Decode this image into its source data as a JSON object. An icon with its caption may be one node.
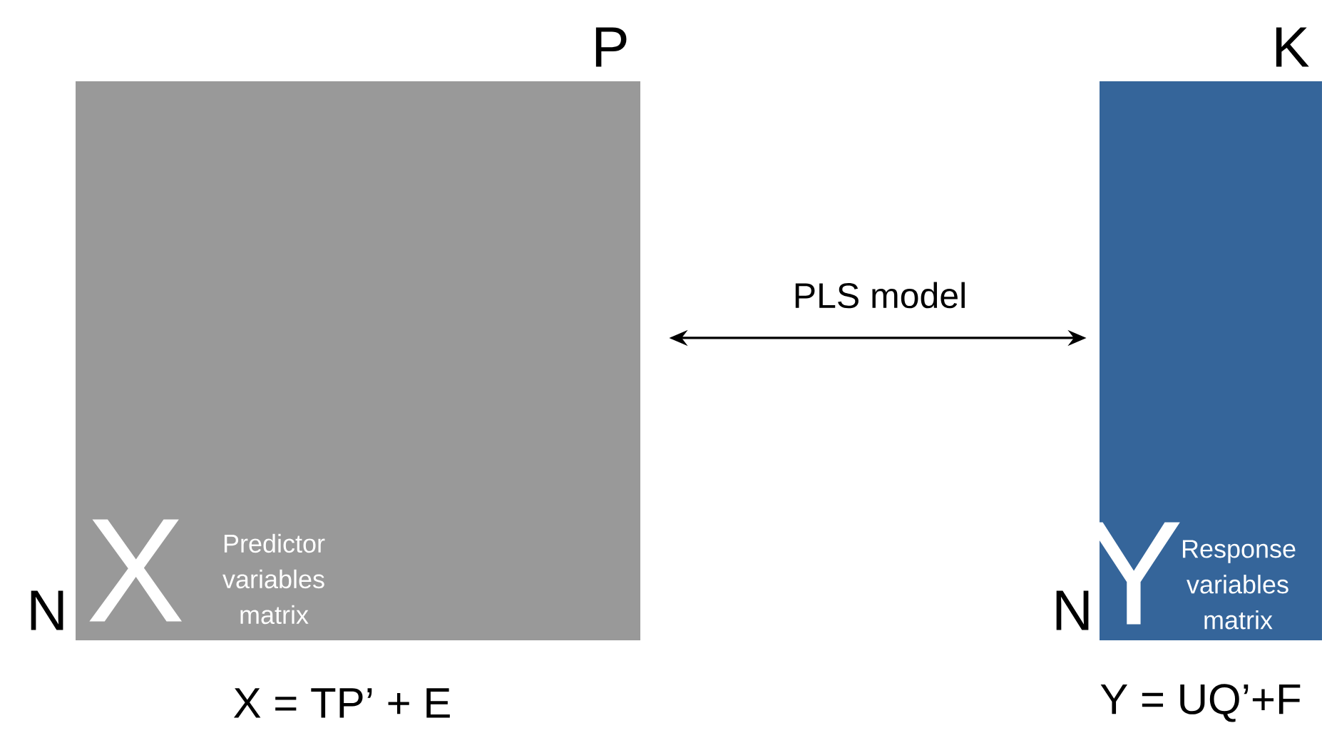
{
  "diagram": {
    "nodes": [
      {
        "text": [
          "X",
          "Predictor variables matrix"
        ],
        "beside": [
          "P",
          "N",
          "X = TP’ + E"
        ]
      },
      {
        "text": [
          "Y",
          "Response variables matrix"
        ],
        "beside": [
          "K",
          "N",
          "Y = UQ’+F"
        ]
      }
    ],
    "edges": [
      {
        "from": 0,
        "to": 1,
        "arrow": "both",
        "label": "PLS model"
      }
    ]
  }
}
